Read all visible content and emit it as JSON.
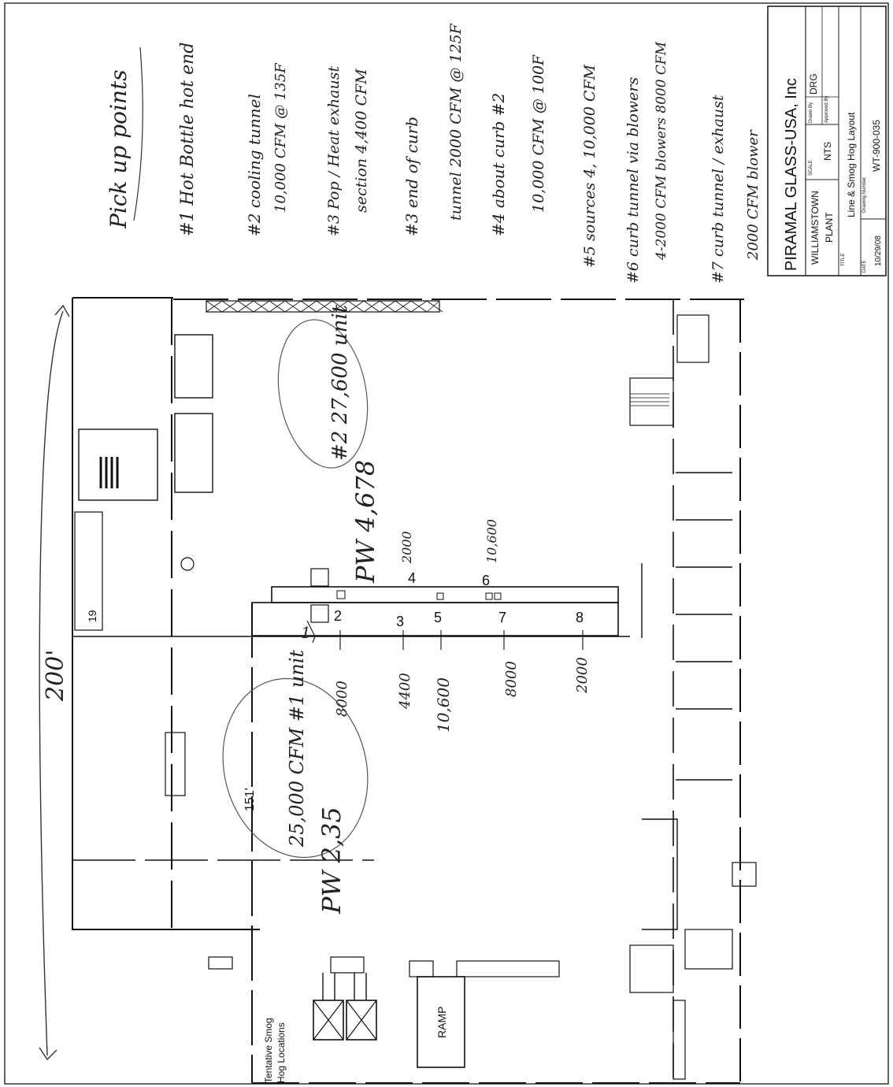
{
  "title_block": {
    "company": "PIRAMAL GLASS-USA, Inc",
    "location_line1": "WILLIAMSTOWN",
    "location_line2": "PLANT",
    "scale_label": "SCALE",
    "scale_value": "NTS",
    "drawn_by_label": "Drawn By",
    "drawn_by_value": "DRG",
    "approved_by_label": "Approved By",
    "title_label": "TITLE",
    "title_value": "Line & Smog Hog Layout",
    "date_label": "DATE",
    "date_value": "10/29/08",
    "drawing_number_label": "Drawing Number",
    "drawing_number_value": "WT-900-035"
  },
  "pickup_notes": {
    "heading": "Pick up points",
    "items": [
      {
        "line1": "#1 Hot Bottle hot end",
        "line2": ""
      },
      {
        "line1": "#2 cooling tunnel",
        "line2": "10,000 CFM @ 135F"
      },
      {
        "line1": "#3 Pop / Heat exhaust",
        "line2": "section 4,400 CFM"
      },
      {
        "line1": "#3 end of curb",
        "line2": "tunnel 2000 CFM @ 125F"
      },
      {
        "line1": "#4 about curb #2",
        "line2": "10,000 CFM @ 100F"
      },
      {
        "line1": "#5 sources 4, 10,000 CFM",
        "line2": ""
      },
      {
        "line1": "#6 curb tunnel via blowers",
        "line2": "4-2000 CFM blowers 8000 CFM"
      },
      {
        "line1": "#7 curb tunnel / exhaust",
        "line2": "2000 CFM blower"
      }
    ]
  },
  "annotations": {
    "dimension_top": "200'",
    "dimension_mid": "151'",
    "unit1_cfm": "25,000 CFM #1 unit",
    "unit1_pw": "PW 2,35",
    "unit2_cfm": "#2 27,600 unit",
    "unit2_pw": "PW 4,678",
    "flow_2000": "2000",
    "flow_10600": "10,600",
    "flow_8000": "8000",
    "flow_4400": "4400",
    "flow_10600b": "10,600",
    "flow_8000b": "8000",
    "flow_2000b": "2000"
  },
  "pickup_markers": [
    "1",
    "2",
    "3",
    "4",
    "5",
    "6",
    "7",
    "8"
  ],
  "room_label_19": "19",
  "legend": {
    "smog_hog_line1": "Tentative Smog",
    "smog_hog_line2": "Hog Locations",
    "ramp": "RAMP"
  }
}
